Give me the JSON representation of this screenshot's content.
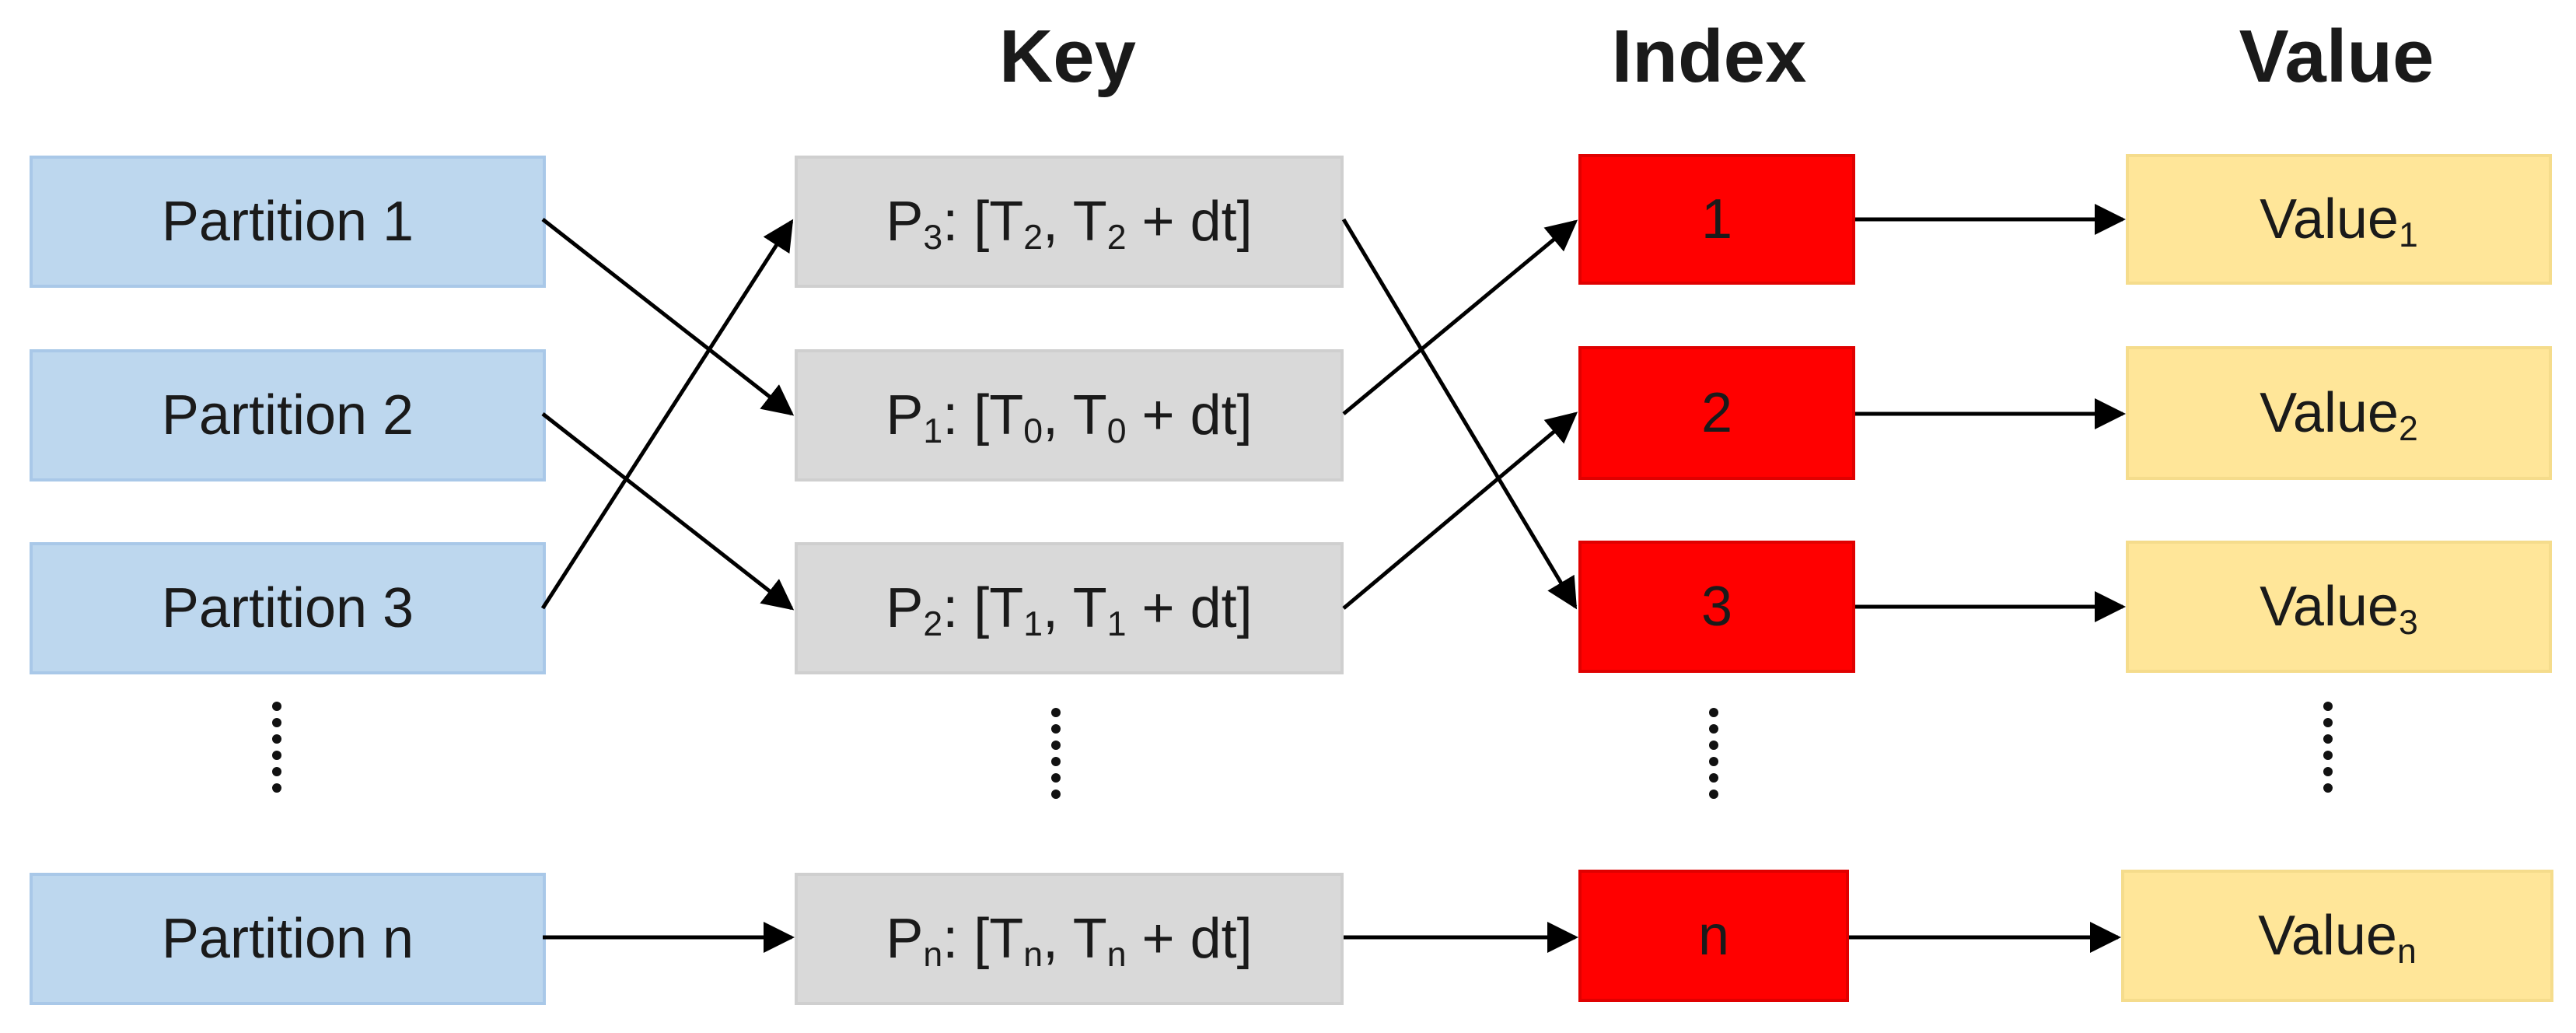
{
  "headers": {
    "key": "Key",
    "index": "Index",
    "value": "Value"
  },
  "partitions": [
    {
      "label": "Partition 1"
    },
    {
      "label": "Partition 2"
    },
    {
      "label": "Partition 3"
    },
    {
      "label": "Partition n"
    }
  ],
  "keys": [
    {
      "p": "P",
      "p_sub": "3",
      "mid": ": [T",
      "t1_sub": "2",
      "sep": ", T",
      "t2_sub": "2",
      "tail": " + dt]"
    },
    {
      "p": "P",
      "p_sub": "1",
      "mid": ": [T",
      "t1_sub": "0",
      "sep": ", T",
      "t2_sub": "0",
      "tail": " + dt]"
    },
    {
      "p": "P",
      "p_sub": "2",
      "mid": ": [T",
      "t1_sub": "1",
      "sep": ", T",
      "t2_sub": "1",
      "tail": " + dt]"
    },
    {
      "p": "P",
      "p_sub": "n",
      "mid": ": [T",
      "t1_sub": "n",
      "sep": ", T",
      "t2_sub": "n",
      "tail": " + dt]"
    }
  ],
  "indices": [
    {
      "label": "1"
    },
    {
      "label": "2"
    },
    {
      "label": "3"
    },
    {
      "label": "n"
    }
  ],
  "values": [
    {
      "base": "Value",
      "sub": "1"
    },
    {
      "base": "Value",
      "sub": "2"
    },
    {
      "base": "Value",
      "sub": "3"
    },
    {
      "base": "Value",
      "sub": "n"
    }
  ],
  "colors": {
    "partition_fill": "#bdd7ee",
    "key_fill": "#d9d9d9",
    "index_fill": "#ff0000",
    "value_fill": "#ffe699",
    "arrow": "#000000"
  }
}
